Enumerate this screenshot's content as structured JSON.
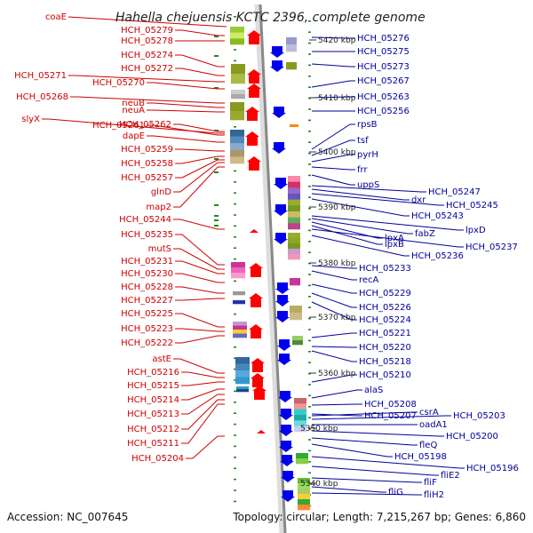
{
  "header": {
    "left_label": "coaE",
    "title": "Hahella chejuensis KCTC 2396, complete genome"
  },
  "footer": {
    "accession": "Accession: NC_007645",
    "summary": "Topology: circular; Length: 7,215,267 bp; Genes: 6,860"
  },
  "colors": {
    "left_labels": "#cc0000",
    "right_labels": "#000099",
    "forward_arrow": "#ff0000",
    "reverse_arrow": "#0000ee",
    "backbone": "#888888",
    "ticks": "#228822"
  },
  "ruler": [
    {
      "label": "5420 kbp"
    },
    {
      "label": "5410 kbp"
    },
    {
      "label": "5400 kbp"
    },
    {
      "label": "5390 kbp"
    },
    {
      "label": "5380 kbp"
    },
    {
      "label": "5370 kbp"
    },
    {
      "label": "5360 kbp"
    },
    {
      "label": "5350 kbp"
    },
    {
      "label": "5340 kbp"
    }
  ],
  "left_genes": [
    {
      "label": "HCH_05279"
    },
    {
      "label": "HCH_05278"
    },
    {
      "label": "HCH_05274"
    },
    {
      "label": "HCH_05272"
    },
    {
      "label": "HCH_05271"
    },
    {
      "label": "HCH_05270"
    },
    {
      "label": "HCH_05268"
    },
    {
      "label": "neuB"
    },
    {
      "label": "neuA"
    },
    {
      "label": "slyX"
    },
    {
      "label": "HCH_05261"
    },
    {
      "label": "HCH_05262"
    },
    {
      "label": "dapE"
    },
    {
      "label": "HCH_05259"
    },
    {
      "label": "HCH_05258"
    },
    {
      "label": "HCH_05257"
    },
    {
      "label": "glnD"
    },
    {
      "label": "map2"
    },
    {
      "label": "HCH_05244"
    },
    {
      "label": "HCH_05235"
    },
    {
      "label": "mutS"
    },
    {
      "label": "HCH_05231"
    },
    {
      "label": "HCH_05230"
    },
    {
      "label": "HCH_05228"
    },
    {
      "label": "HCH_05227"
    },
    {
      "label": "HCH_05225"
    },
    {
      "label": "HCH_05223"
    },
    {
      "label": "HCH_05222"
    },
    {
      "label": "astE"
    },
    {
      "label": "HCH_05216"
    },
    {
      "label": "HCH_05215"
    },
    {
      "label": "HCH_05214"
    },
    {
      "label": "HCH_05213"
    },
    {
      "label": "HCH_05212"
    },
    {
      "label": "HCH_05211"
    },
    {
      "label": "HCH_05204"
    }
  ],
  "right_genes": [
    {
      "label": "HCH_05276"
    },
    {
      "label": "HCH_05275"
    },
    {
      "label": "HCH_05273"
    },
    {
      "label": "HCH_05267"
    },
    {
      "label": "HCH_05263"
    },
    {
      "label": "HCH_05256"
    },
    {
      "label": "rpsB"
    },
    {
      "label": "tsf"
    },
    {
      "label": "pyrH"
    },
    {
      "label": "frr"
    },
    {
      "label": "uppS"
    },
    {
      "label": "HCH_05247"
    },
    {
      "label": "dxr"
    },
    {
      "label": "HCH_05245"
    },
    {
      "label": "HCH_05243"
    },
    {
      "label": "lpxD"
    },
    {
      "label": "fabZ"
    },
    {
      "label": "lpxA"
    },
    {
      "label": "lpxB"
    },
    {
      "label": "HCH_05237"
    },
    {
      "label": "HCH_05236"
    },
    {
      "label": "HCH_05233"
    },
    {
      "label": "recA"
    },
    {
      "label": "HCH_05229"
    },
    {
      "label": "HCH_05226"
    },
    {
      "label": "HCH_05224"
    },
    {
      "label": "HCH_05221"
    },
    {
      "label": "HCH_05220"
    },
    {
      "label": "HCH_05218"
    },
    {
      "label": "HCH_05210"
    },
    {
      "label": "alaS"
    },
    {
      "label": "HCH_05208"
    },
    {
      "label": "HCH_05207"
    },
    {
      "label": "csrA"
    },
    {
      "label": "HCH_05203"
    },
    {
      "label": "oadA1"
    },
    {
      "label": "HCH_05200"
    },
    {
      "label": "fleQ"
    },
    {
      "label": "HCH_05198"
    },
    {
      "label": "HCH_05196"
    },
    {
      "label": "fliE2"
    },
    {
      "label": "fliF"
    },
    {
      "label": "fliG"
    },
    {
      "label": "fliH2"
    }
  ]
}
